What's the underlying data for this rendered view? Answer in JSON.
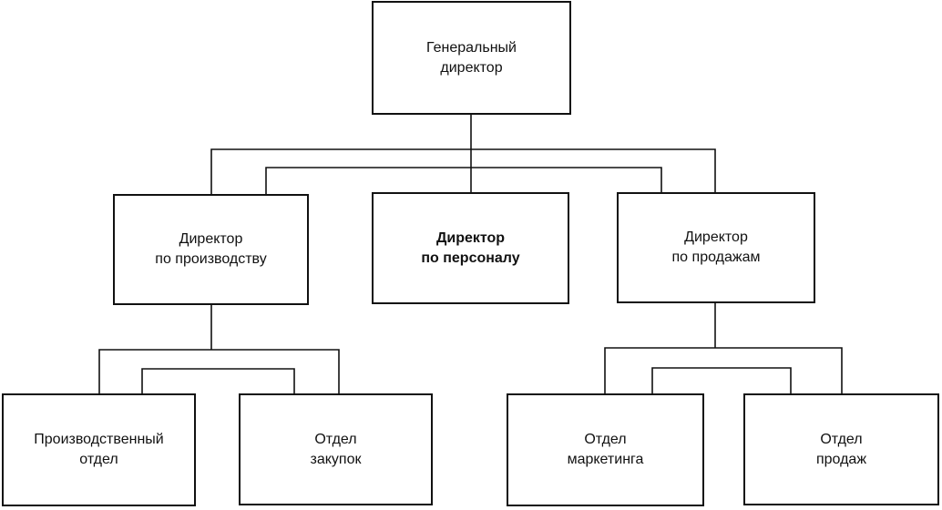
{
  "diagram": {
    "nodes": {
      "ceo": "Генеральный\nдиректор",
      "production_director": "Директор\nпо производству",
      "hr_director": "Директор\nпо персоналу",
      "sales_director": "Директор\nпо продажам",
      "production_department": "Производственный\nотдел",
      "purchasing_department": "Отдел\nзакупок",
      "marketing_department": "Отдел\nмаркетинга",
      "sales_department": "Отдел\nпродаж"
    },
    "emphasized_node": "hr_director",
    "colors": {
      "line": "#111111",
      "background": "#ffffff"
    }
  }
}
